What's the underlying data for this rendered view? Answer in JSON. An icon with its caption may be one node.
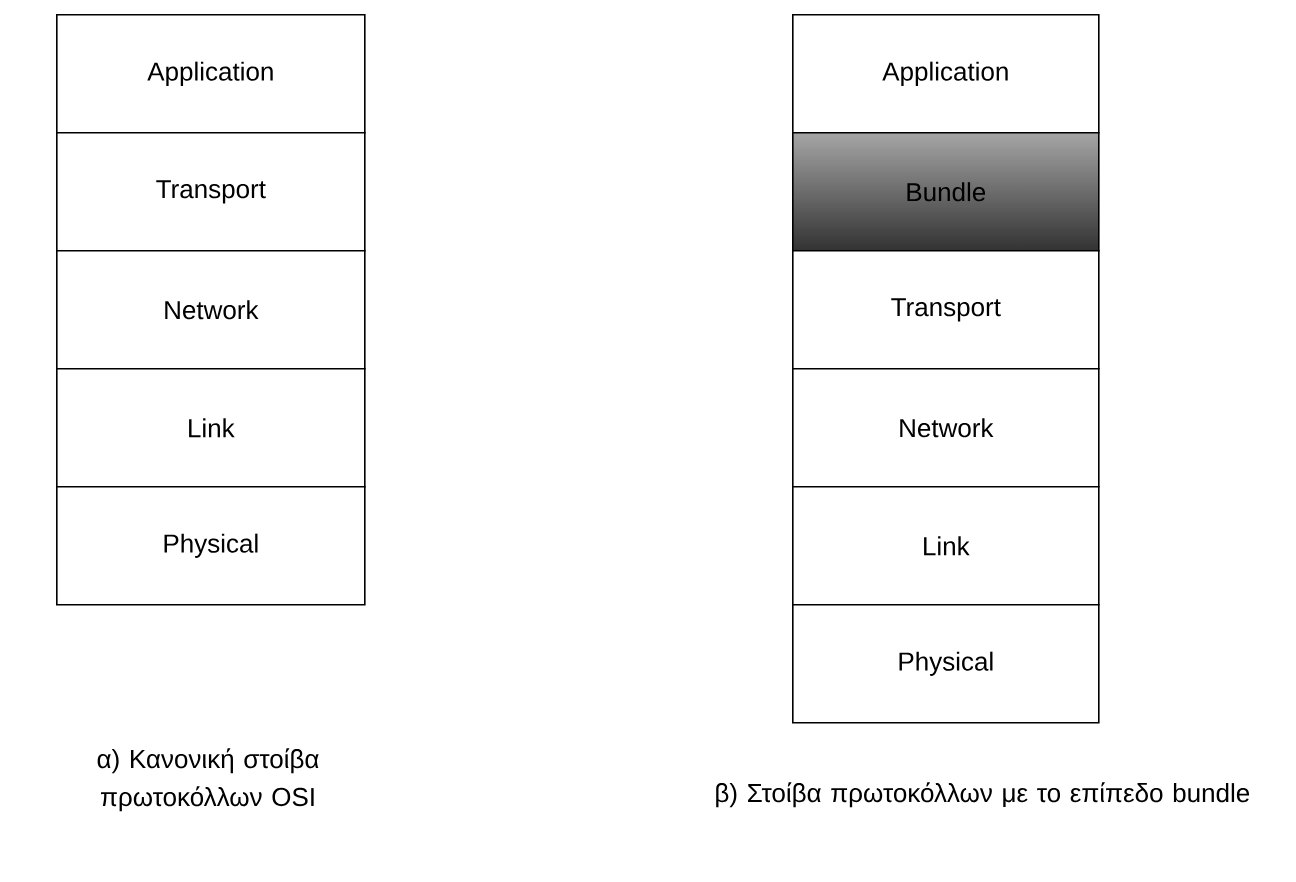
{
  "diagram": {
    "nodes": [
      {
        "text": [
          "Application"
        ]
      },
      {
        "text": [
          "Transport"
        ]
      },
      {
        "text": [
          "Network"
        ]
      },
      {
        "text": [
          "Link"
        ]
      },
      {
        "text": [
          "Physical"
        ]
      },
      {
        "text": [
          "Application"
        ]
      },
      {
        "text": [
          "Bundle"
        ]
      },
      {
        "text": [
          "Transport"
        ]
      },
      {
        "text": [
          "Network"
        ]
      },
      {
        "text": [
          "Link"
        ]
      },
      {
        "text": [
          "Physical"
        ]
      }
    ],
    "labels": [
      "α) Κανονική στοίβα πρωτοκόλλων OSI",
      "β) Στοίβα πρωτοκόλλων με το επίπεδο bundle"
    ]
  }
}
